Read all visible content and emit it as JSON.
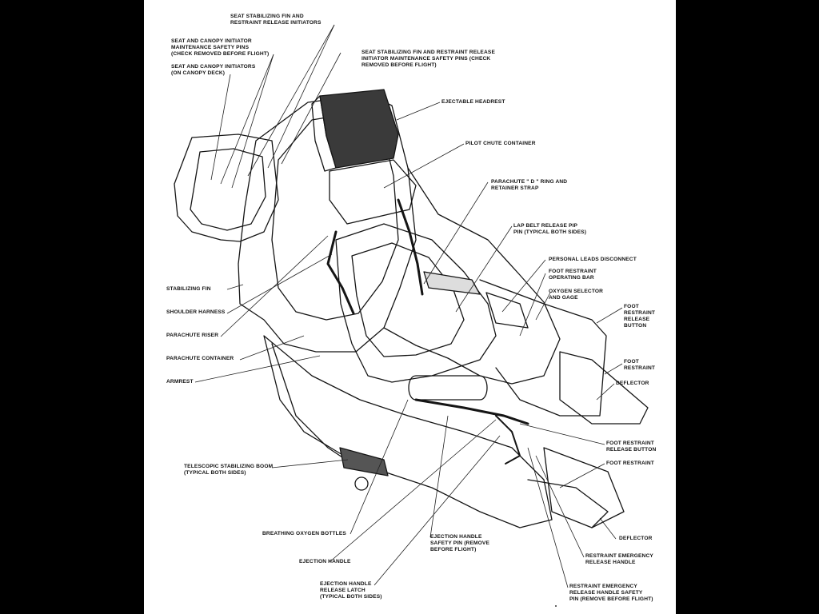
{
  "colors": {
    "background": "#000000",
    "sheet": "#ffffff",
    "ink": "#111111"
  },
  "labels": {
    "fin_initiators": "SEAT STABILIZING FIN AND\nRESTRAINT RELEASE INITIATORS",
    "canopy_safety_pins": "SEAT AND CANOPY INITIATOR\nMAINTENANCE SAFETY PINS\n(CHECK REMOVED BEFORE FLIGHT)",
    "canopy_initiators": "SEAT AND CANOPY INITIATORS\n(ON CANOPY DECK)",
    "fin_safety_pins": "SEAT STABILIZING FIN AND RESTRAINT RELEASE\nINITIATOR MAINTENANCE SAFETY PINS (CHECK\nREMOVED BEFORE FLIGHT)",
    "ejectable_headrest": "EJECTABLE HEADREST",
    "pilot_chute_container": "PILOT CHUTE CONTAINER",
    "parachute_d_ring": "PARACHUTE \" D \" RING AND\nRETAINER STRAP",
    "lap_belt_pip_pin": "LAP BELT RELEASE PIP\nPIN (TYPICAL BOTH SIDES)",
    "personal_leads": "PERSONAL LEADS DISCONNECT",
    "foot_restraint_bar": "FOOT RESTRAINT\nOPERATING BAR",
    "oxygen_selector": "OXYGEN SELECTOR\nAND GAGE",
    "foot_restraint_release_button_top": "FOOT\nRESTRAINT\nRELEASE\nBUTTON",
    "foot_restraint_upper": "FOOT\nRESTRAINT",
    "deflector_upper": "DEFLECTOR",
    "stabilizing_fin": "STABILIZING FIN",
    "shoulder_harness": "SHOULDER HARNESS",
    "parachute_riser": "PARACHUTE RISER",
    "parachute_container": "PARACHUTE CONTAINER",
    "armrest": "ARMREST",
    "foot_restraint_release_button_lower": "FOOT RESTRAINT\nRELEASE BUTTON",
    "foot_restraint_lower": "FOOT RESTRAINT",
    "telescopic_boom": "TELESCOPIC STABILIZING BOOM\n(TYPICAL BOTH SIDES)",
    "breathing_oxygen": "BREATHING OXYGEN BOTTLES",
    "ejection_handle_safety_pin": "EJECTION HANDLE\nSAFETY PIN (REMOVE\nBEFORE FLIGHT)",
    "deflector_lower": "DEFLECTOR",
    "restraint_emergency_handle": "RESTRAINT EMERGENCY\nRELEASE HANDLE",
    "ejection_handle": "EJECTION HANDLE",
    "ejection_handle_latch": "EJECTION HANDLE\nRELEASE LATCH\n(TYPICAL BOTH SIDES)",
    "restraint_emergency_pin": "RESTRAINT EMERGENCY\nRELEASE HANDLE SAFETY\nPIN (REMOVE BEFORE FLIGHT)"
  }
}
